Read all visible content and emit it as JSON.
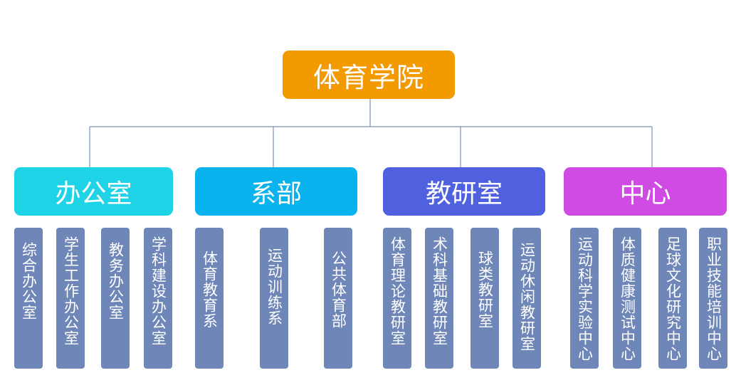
{
  "root": {
    "label": "体育学院",
    "color": "#f39a00"
  },
  "departments": [
    {
      "label": "办公室",
      "color": "#1fd3e6",
      "units": [
        "综合办公室",
        "学生工作办公室",
        "教务办公室",
        "学科建设办公室"
      ]
    },
    {
      "label": "系部",
      "color": "#0ab2ee",
      "units": [
        "体育教育系",
        "运动训练系",
        "公共体育部"
      ]
    },
    {
      "label": "教研室",
      "color": "#5061e0",
      "units": [
        "体育理论教研室",
        "术科基础教研室",
        "球类教研室",
        "运动休闲教研室"
      ]
    },
    {
      "label": "中心",
      "color": "#cf4be3",
      "units": [
        "运动科学实验中心",
        "体质健康测试中心",
        "足球文化研究中心",
        "职业技能培训中心"
      ]
    }
  ],
  "unit_color": "#6f86b8"
}
